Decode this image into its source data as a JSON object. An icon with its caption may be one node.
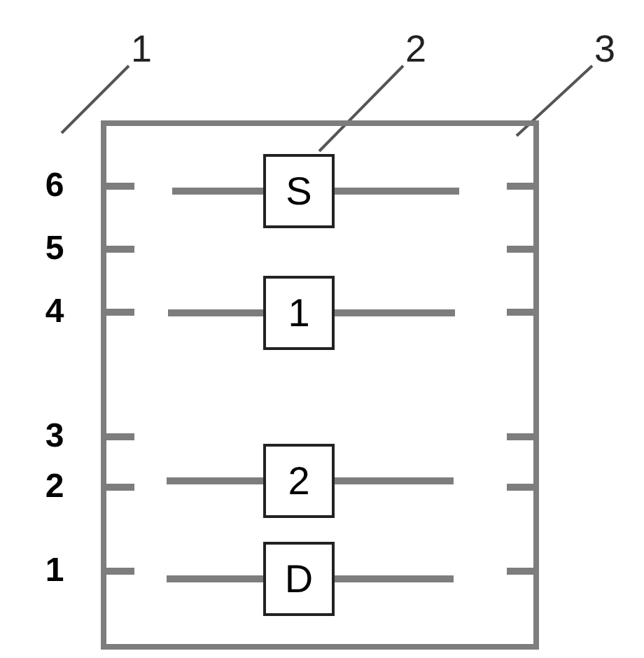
{
  "diagram": {
    "nodes": [
      {
        "text": [],
        "shape": "box"
      },
      {
        "text": [
          "S"
        ],
        "in": 0
      },
      {
        "text": [
          "1"
        ],
        "in": 0
      },
      {
        "text": [
          "2"
        ],
        "in": 0
      },
      {
        "text": [
          "D"
        ],
        "in": 0
      },
      {
        "text": [
          "1"
        ]
      },
      {
        "text": [
          "2"
        ]
      },
      {
        "text": [
          "3"
        ]
      }
    ],
    "edges": [
      {
        "from": 5,
        "to": 0,
        "arrow": "none"
      },
      {
        "from": 6,
        "to": 1,
        "arrow": "none"
      },
      {
        "from": 7,
        "to": 0,
        "arrow": "none"
      }
    ],
    "labels": [
      "6",
      "5",
      "4",
      "3",
      "2",
      "1"
    ]
  }
}
